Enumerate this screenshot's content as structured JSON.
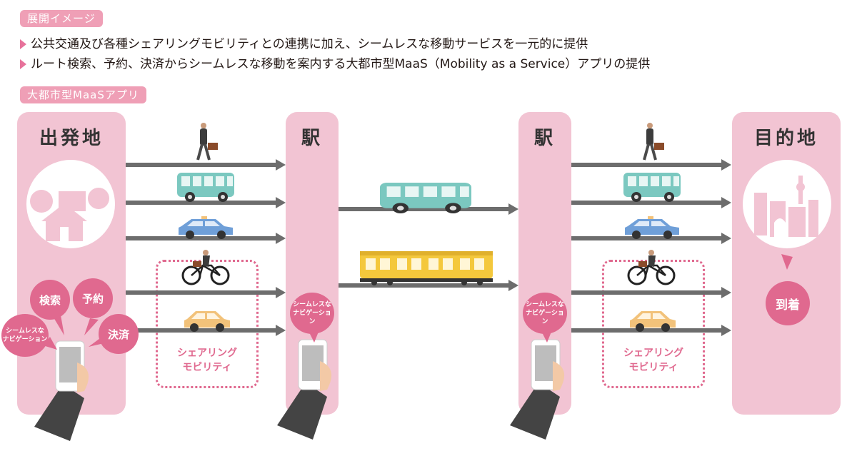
{
  "header": {
    "section_tag": "展開イメージ",
    "bullets": [
      "公共交通及び各種シェアリングモビリティとの連携に加え、シームレスな移動サービスを一元的に提供",
      "ルート検索、予約、決済からシームレスな移動を案内する大都市型MaaS（Mobility as a Service）アプリの提供"
    ]
  },
  "app_tag": "大都市型MaaSアプリ",
  "columns": {
    "origin": "出発地",
    "station1": "駅",
    "station2": "駅",
    "destination": "目的地"
  },
  "origin_bubbles": {
    "search": "検索",
    "reserve": "予約",
    "nav": "シームレスな\nナビゲーション",
    "pay": "決済"
  },
  "station_nav_bubble": "シームレスな\nナビゲーション",
  "sharing_label_1": "シェアリング",
  "sharing_label_2": "モビリティ",
  "arrival": "到着",
  "colors": {
    "pink_panel": "#f2c4d3",
    "pink_tag": "#ef9fb6",
    "bubble": "#e0698f",
    "arrow": "#6d6d6d",
    "bus": "#7bc8c0",
    "taxi": "#6f9fd8",
    "car": "#f2c27a",
    "train": "#f4c83c"
  },
  "icons": [
    "walker-icon",
    "bus-icon",
    "taxi-icon",
    "bicycle-icon",
    "car-icon",
    "train-icon",
    "smartphone-icon",
    "house-icon",
    "city-icon"
  ]
}
